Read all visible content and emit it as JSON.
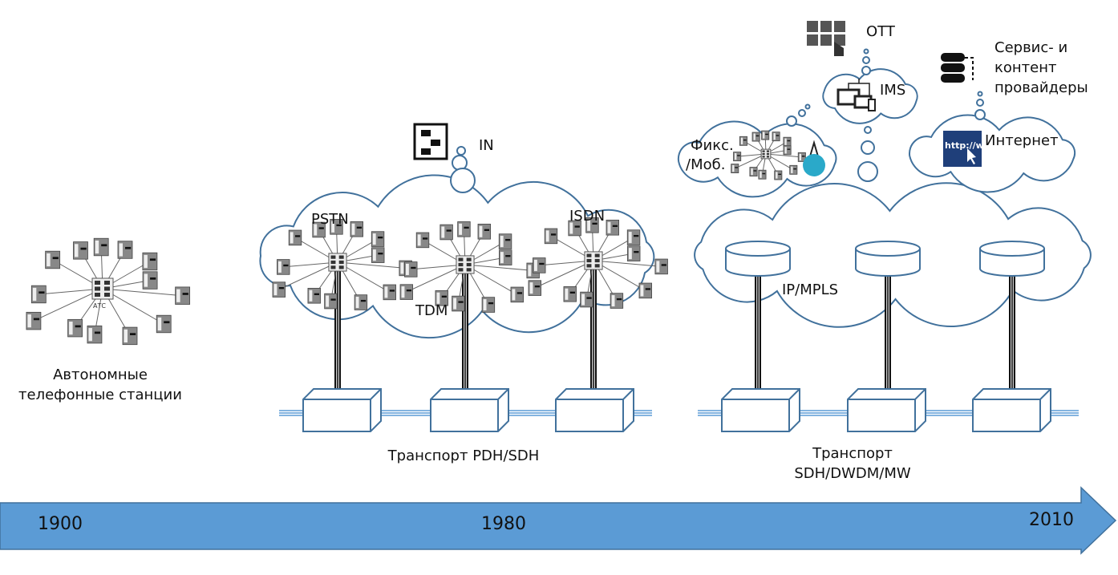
{
  "timeline": {
    "years": [
      "1900",
      "1980",
      "2010"
    ],
    "arrow_color": "#5b9bd5"
  },
  "autonomous": {
    "switch_label": "АТС",
    "caption_line1": "Автономные",
    "caption_line2": "телефонные станции"
  },
  "tdm_network": {
    "labels": {
      "pstn": "PSTN",
      "isdn": "ISDN",
      "tdm": "TDM"
    },
    "in_label": "IN",
    "transport_label": "Транспорт PDH/SDH"
  },
  "ip_network": {
    "label": "IP/MPLS",
    "transport_line1": "Транспорт",
    "transport_line2": "SDH/DWDM/MW",
    "fixmob_line1": "Фикс.",
    "fixmob_line2": "/Моб.",
    "ims_label": "IMS",
    "ott_label": "OTT",
    "internet_label": "Интернет",
    "internet_icon_text": "http://w",
    "providers_line1": "Сервис- и",
    "providers_line2": "контент",
    "providers_line3": "провайдеры"
  },
  "colors": {
    "cloud_stroke": "#41719c",
    "line_blue": "#5b9bd5"
  }
}
